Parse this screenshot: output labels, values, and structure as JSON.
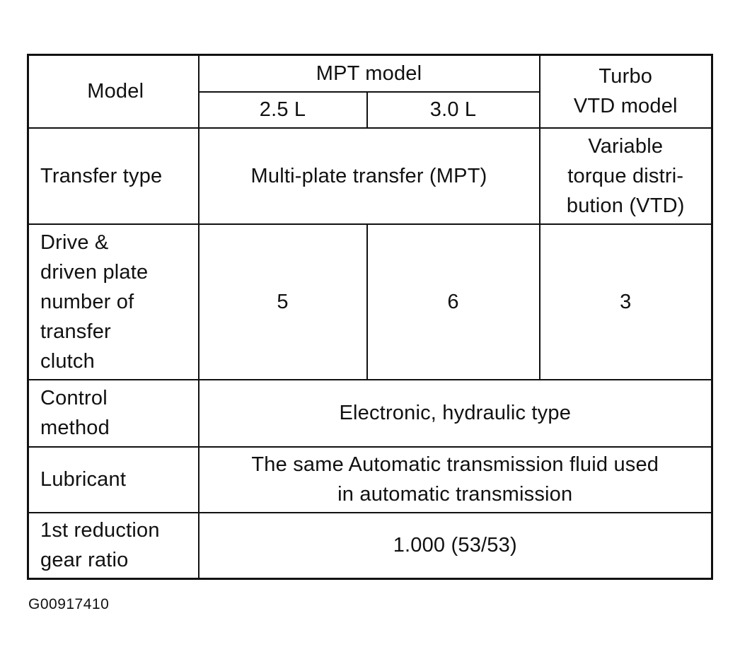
{
  "table": {
    "header": {
      "model_label": "Model",
      "mpt_model": "MPT model",
      "mpt_variant_1": "2.5 L",
      "mpt_variant_2": "3.0 L",
      "vtd_model": "Turbo\nVTD model"
    },
    "rows": [
      {
        "label": "Transfer type",
        "mpt_value": "Multi-plate transfer (MPT)",
        "vtd_value": "Variable\ntorque distri-\nbution (VTD)"
      },
      {
        "label": "Drive &\ndriven plate\nnumber of\ntransfer\nclutch",
        "mpt_25_value": "5",
        "mpt_30_value": "6",
        "vtd_value": "3"
      },
      {
        "label": "Control\nmethod",
        "value": "Electronic, hydraulic type"
      },
      {
        "label": "Lubricant",
        "value": "The same Automatic transmission fluid used\nin automatic transmission"
      },
      {
        "label": "1st reduction\ngear ratio",
        "value": "1.000 (53/53)"
      }
    ]
  },
  "figure_code": "G00917410"
}
